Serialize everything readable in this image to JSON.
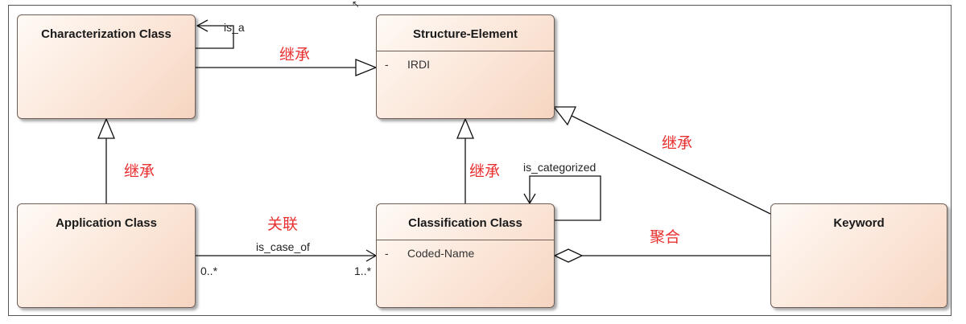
{
  "classes": {
    "characterization": {
      "name": "Characterization Class"
    },
    "structure_element": {
      "name": "Structure-Element",
      "attribute": {
        "visibility": "-",
        "name": "IRDI"
      }
    },
    "application": {
      "name": "Application Class"
    },
    "classification": {
      "name": "Classification Class",
      "attribute": {
        "visibility": "-",
        "name": "Coded-Name"
      }
    },
    "keyword": {
      "name": "Keyword"
    }
  },
  "relations": {
    "is_a": "is_a",
    "is_categorized": "is_categorized",
    "is_case_of": "is_case_of",
    "mult_source": "0..*",
    "mult_target": "1..*"
  },
  "annotations": {
    "inherit_1": "继承",
    "inherit_2": "继承",
    "inherit_3": "继承",
    "inherit_4": "继承",
    "association": "关联",
    "aggregation": "聚合"
  },
  "colors": {
    "annotation": "#e83030",
    "class_fill": "#fbe6d8",
    "class_border": "#6e5d56"
  }
}
